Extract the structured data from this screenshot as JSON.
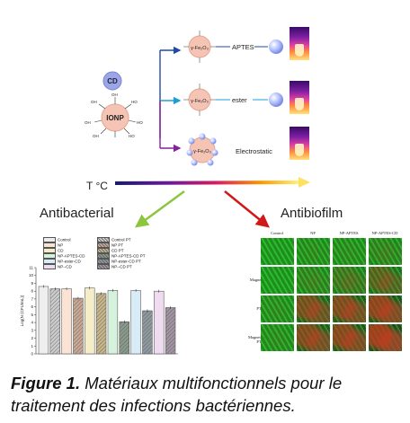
{
  "scheme": {
    "cd_label": "CD",
    "ionp_label": "IONP",
    "oh_label": "OH",
    "ho_label": "HO",
    "fe_label": "γ-Fe₂O₃",
    "route_aptes": "APTES",
    "route_ester": "ester",
    "route_electrostatic": "Electrostatic",
    "temperature_label": "T °C",
    "antibacterial_label": "Antibacterial",
    "antibiofilm_label": "Antibiofilm"
  },
  "chart_data": {
    "type": "bar",
    "ylabel": "Log(N (CFU/mL))",
    "ylim": [
      0,
      11
    ],
    "yticks": [
      0,
      1,
      2,
      3,
      4,
      5,
      6,
      7,
      8,
      9,
      10,
      11
    ],
    "legend": [
      {
        "name": "Control",
        "pattern": "solid",
        "color": "#eeeeee"
      },
      {
        "name": "Control PT",
        "pattern": "hatch",
        "color": "#cccccc"
      },
      {
        "name": "NP",
        "pattern": "solid",
        "color": "#fbe3d4"
      },
      {
        "name": "NP PT",
        "pattern": "hatch",
        "color": "#c9a895"
      },
      {
        "name": "CD",
        "pattern": "solid",
        "color": "#f5ecc8"
      },
      {
        "name": "CD PT",
        "pattern": "hatch",
        "color": "#c6b68a"
      },
      {
        "name": "NP-APTES-CD",
        "pattern": "solid",
        "color": "#d6f2dc"
      },
      {
        "name": "NP-APTES-CD PT",
        "pattern": "hatch",
        "color": "#8a9a8c"
      },
      {
        "name": "NP-ester-CD",
        "pattern": "solid",
        "color": "#d7ecf7"
      },
      {
        "name": "NP-ester-CD PT",
        "pattern": "hatch",
        "color": "#8f99a0"
      },
      {
        "name": "NP--CD",
        "pattern": "solid",
        "color": "#f0dcf0"
      },
      {
        "name": "NP--CD PT",
        "pattern": "hatch",
        "color": "#a294a2"
      }
    ],
    "values": [
      8.6,
      8.3,
      8.3,
      7.1,
      8.4,
      7.7,
      8.1,
      4.1,
      8.1,
      5.5,
      8.0,
      5.9
    ]
  },
  "biofilm": {
    "columns": [
      "Control",
      "NP",
      "NP-APTES",
      "NP-APTES-CD"
    ],
    "rows": [
      "",
      "Magnetism",
      "PT",
      "Magnetism + PT"
    ],
    "red_fraction": [
      [
        0.0,
        0.05,
        0.05,
        0.1
      ],
      [
        0.0,
        0.1,
        0.2,
        0.35
      ],
      [
        0.05,
        0.55,
        0.6,
        0.7
      ],
      [
        0.05,
        0.6,
        0.65,
        0.8
      ]
    ]
  },
  "caption": {
    "label": "Figure 1.",
    "text": "Matériaux multifonctionnels pour le traitement des infections bactériennes."
  }
}
